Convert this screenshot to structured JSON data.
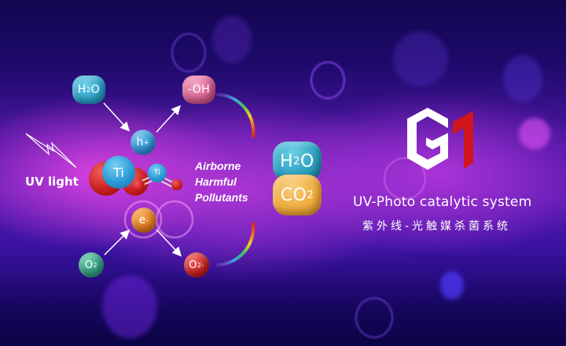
{
  "diagram": {
    "left_label": "UV light",
    "catalyst": {
      "atom_large": "Ti",
      "atom_small": "Ti"
    },
    "molecules": {
      "h2o_top": {
        "base": "H",
        "sub": "2",
        "tail": "O"
      },
      "oh": "-OH",
      "hole": {
        "base": "h",
        "sup": "+"
      },
      "electron": {
        "base": "e",
        "sup": "-"
      },
      "o2": {
        "base": "O",
        "sub": "2"
      },
      "o2_radical": {
        "base": "O",
        "sub": "2",
        "sup": "-"
      }
    },
    "pollutants_label": [
      "Airborne",
      "Harmful",
      "Pollutants"
    ],
    "products": {
      "h2o": {
        "base": "H",
        "sub": "2",
        "tail": "O"
      },
      "co2": {
        "base": "CO",
        "sub": "2"
      }
    },
    "colors": {
      "h2o": "#2a9fc4",
      "oh": "#d45a8e",
      "hole": "#2c8fd0",
      "electron": "#e07a20",
      "o2": "#2f9a7a",
      "o2_radical": "#c41e1e",
      "product_h2o": "#2aa0c0",
      "product_co2": "#efaa3c",
      "ti_blue": "#2a9ad6",
      "oxygen_red": "#c81e1e"
    }
  },
  "brand": {
    "logo_primary_color": "#ffffff",
    "logo_accent_color": "#d0151c",
    "title_en": "UV-Photo catalytic system",
    "title_cn": "紫外线-光触媒杀菌系统"
  }
}
